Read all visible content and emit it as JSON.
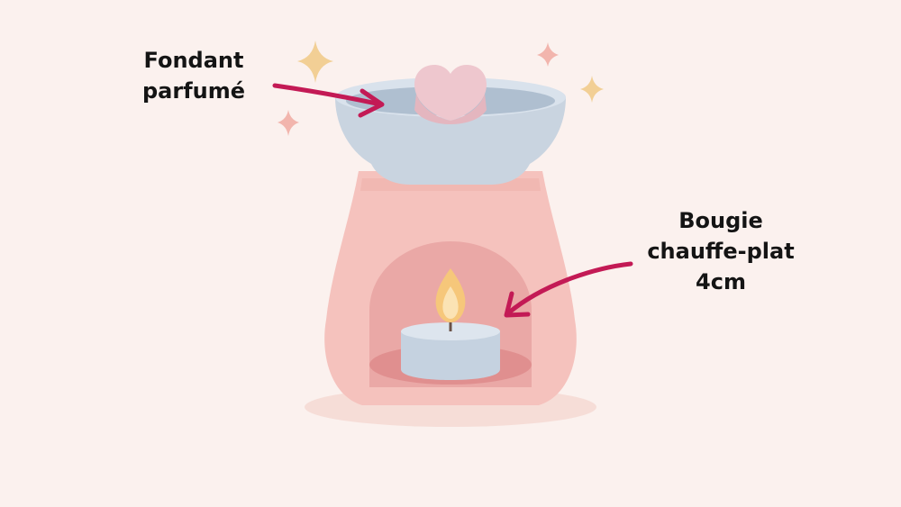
{
  "colors": {
    "background": "#fbf1ee",
    "burner_body": "#f5c2bd",
    "bowl": "#c9d4e0",
    "wax_melt": "#eec7ce",
    "tealight": "#c9d4e0",
    "flame": "#f6c77a",
    "arrow": "#c31a55",
    "sparkle": "#f2cf95"
  },
  "annotations": {
    "wax_melt": {
      "lines": [
        "Fondant",
        "parfumé"
      ]
    },
    "tealight": {
      "lines": [
        "Bougie",
        "chauffe-plat",
        "4cm"
      ]
    }
  }
}
